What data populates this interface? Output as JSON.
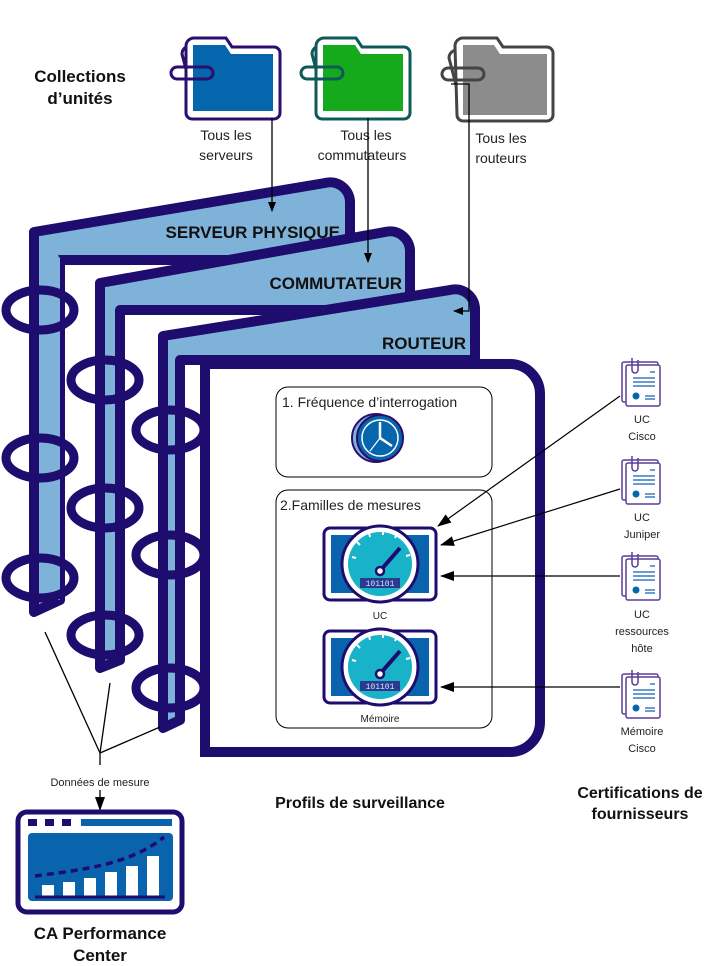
{
  "colors": {
    "navy": "#1e0c6e",
    "binder_fill": "#7fb2d8",
    "folder_blue": "#0565ad",
    "folder_blue_border": "#2a0f6e",
    "folder_green": "#14aa1c",
    "folder_green_border": "#0e5a5a",
    "folder_gray": "#8c8c8c",
    "folder_gray_border": "#444444",
    "gauge_teal": "#18b3c8",
    "screen_blue": "#0a64ad"
  },
  "sections": {
    "collections_title": [
      "Collections",
      "d’unités"
    ],
    "profiles_title": "Profils de surveillance",
    "certifications_title": [
      "Certifications de",
      "fournisseurs"
    ]
  },
  "collections": [
    {
      "icon": "folder-icon",
      "color": "blue",
      "label": [
        "Tous les",
        "serveurs"
      ]
    },
    {
      "icon": "folder-icon",
      "color": "green",
      "label": [
        "Tous les",
        "commutateurs"
      ]
    },
    {
      "icon": "folder-icon",
      "color": "gray",
      "label": [
        "Tous les",
        "routeurs"
      ]
    }
  ],
  "profiles": [
    {
      "name": "SERVEUR PHYSIQUE"
    },
    {
      "name": "COMMUTATEUR"
    },
    {
      "name": "ROUTEUR"
    }
  ],
  "profile_content": {
    "polling": {
      "title": "1. Fréquence d’interrogation",
      "icon": "clock-icon"
    },
    "metric_families": {
      "title": "2.Familles de mesures",
      "items": [
        {
          "label": "UC",
          "icon": "gauge-icon",
          "readout": "101101"
        },
        {
          "label": "Mémoire",
          "icon": "gauge-icon",
          "readout": "101101"
        }
      ]
    }
  },
  "certifications": [
    {
      "label": [
        "UC",
        "Cisco"
      ],
      "icon": "certificate-icon"
    },
    {
      "label": [
        "UC",
        "Juniper"
      ],
      "icon": "certificate-icon"
    },
    {
      "label": [
        "UC",
        "ressources",
        "hôte"
      ],
      "icon": "certificate-icon"
    },
    {
      "label": [
        "Mémoire",
        "Cisco"
      ],
      "icon": "certificate-icon"
    }
  ],
  "output": {
    "flow_label": "Données de mesure",
    "product_name": [
      "CA Performance",
      "Center"
    ],
    "icon": "dashboard-icon"
  }
}
